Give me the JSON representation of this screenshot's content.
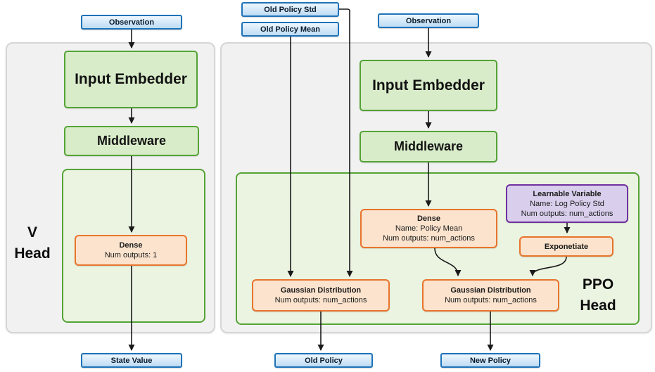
{
  "v_head": {
    "panel_label": {
      "line1": "V",
      "line2": "Head"
    },
    "observation": "Observation",
    "input_embedder": "Input Embedder",
    "middleware": "Middleware",
    "dense": {
      "title": "Dense",
      "outputs": "Num outputs: 1"
    },
    "state_value": "State Value"
  },
  "ppo_head": {
    "panel_label": {
      "line1": "PPO",
      "line2": "Head"
    },
    "old_policy_std": "Old Policy Std",
    "old_policy_mean": "Old Policy Mean",
    "observation": "Observation",
    "input_embedder": "Input Embedder",
    "middleware": "Middleware",
    "dense_policy_mean": {
      "title": "Dense",
      "name": "Name: Policy Mean",
      "outputs": "Num outputs: num_actions"
    },
    "learnable_variable": {
      "title": "Learnable Variable",
      "name": "Name: Log Policy Std",
      "outputs": "Num outputs: num_actions"
    },
    "exponetiate": "Exponetiate",
    "gaussian_old": {
      "title": "Gaussian Distribution",
      "outputs": "Num outputs: num_actions"
    },
    "gaussian_new": {
      "title": "Gaussian Distribution",
      "outputs": "Num outputs: num_actions"
    },
    "old_policy": "Old Policy",
    "new_policy": "New Policy"
  },
  "colors": {
    "blue_border": "#1e73b8",
    "blue_fill": "#cfe6f8",
    "green_border": "#54a435",
    "green_fill": "#d8ecc9",
    "green_panel_fill": "#ebf4e1",
    "orange_border": "#e8742c",
    "orange_fill": "#fbe3cd",
    "purple_border": "#7030a0",
    "purple_fill": "#d9cfec",
    "gray_panel_fill": "#f1f1f1",
    "gray_panel_border": "#d6d6d6",
    "arrow": "#1a1a1a"
  }
}
